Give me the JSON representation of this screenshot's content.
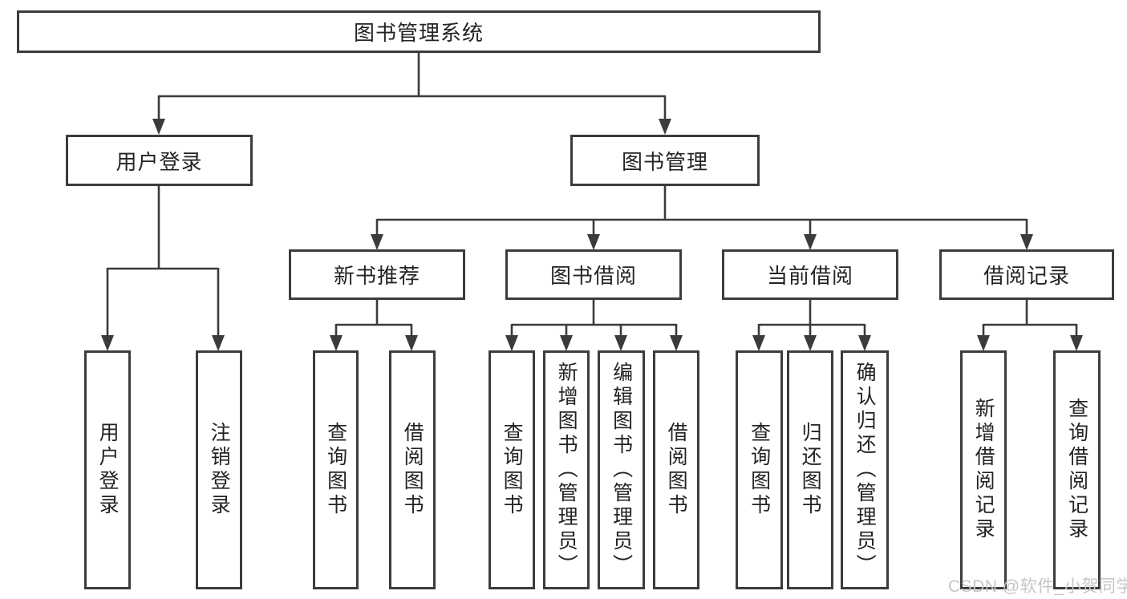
{
  "tree": {
    "root": {
      "label": "图书管理系统"
    },
    "branches": [
      {
        "label": "用户登录",
        "children": [
          {
            "label": "用户登录"
          },
          {
            "label": "注销登录"
          }
        ]
      },
      {
        "label": "图书管理",
        "groups": [
          {
            "label": "新书推荐",
            "children": [
              {
                "label": "查询图书"
              },
              {
                "label": "借阅图书"
              }
            ]
          },
          {
            "label": "图书借阅",
            "children": [
              {
                "label": "查询图书"
              },
              {
                "label": "新增图书（管理员）"
              },
              {
                "label": "编辑图书（管理员）"
              },
              {
                "label": "借阅图书"
              }
            ]
          },
          {
            "label": "当前借阅",
            "children": [
              {
                "label": "查询图书"
              },
              {
                "label": "归还图书"
              },
              {
                "label": "确认归还（管理员）"
              }
            ]
          },
          {
            "label": "借阅记录",
            "children": [
              {
                "label": "新增借阅记录"
              },
              {
                "label": "查询借阅记录"
              }
            ]
          }
        ]
      }
    ]
  },
  "watermark": {
    "text": "CSDN @软件_小贺同学"
  },
  "colors": {
    "line": "#3b3b3b",
    "box_border": "#3c3c3c",
    "text": "#232323",
    "watermark": "#c6c6c6",
    "background": "#ffffff"
  }
}
